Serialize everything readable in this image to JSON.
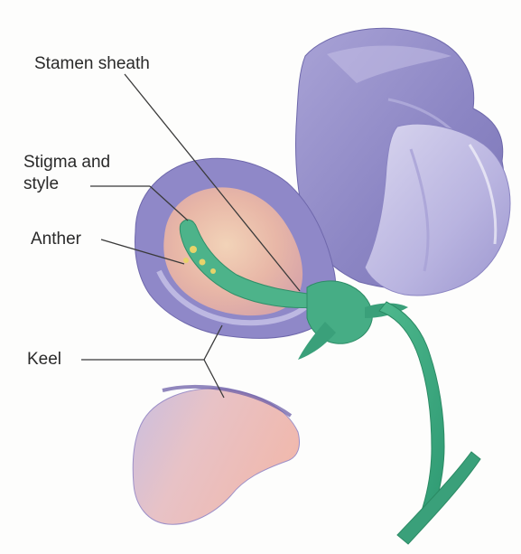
{
  "labels": {
    "stamen_sheath": "Stamen sheath",
    "stigma_and_style": [
      "Stigma and",
      "style"
    ],
    "anther": "Anther",
    "keel": "Keel"
  },
  "colors": {
    "petal_violet": "#8d88c6",
    "petal_light": "#c9c6e6",
    "keel_pink": "#e9b9b0",
    "stem_green": "#3ea77e",
    "leader_line": "#3a3a3a"
  }
}
